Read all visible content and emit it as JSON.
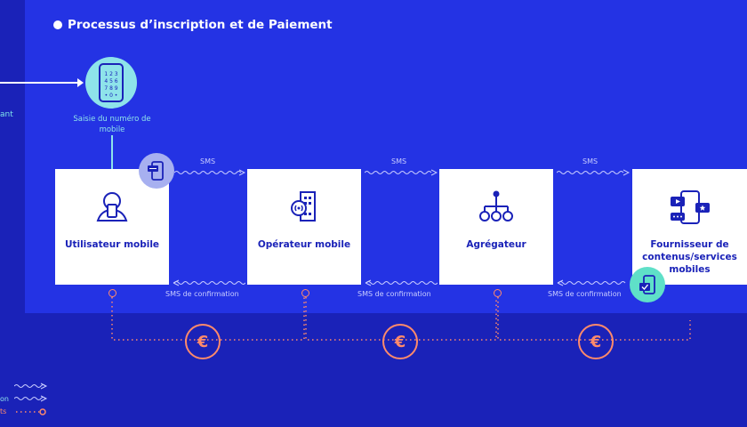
{
  "title": "Processus d’inscription et de Paiement",
  "left_partial_text": "ant",
  "phone": {
    "label": "Saisie du numéro de mobile",
    "keypad": [
      "1 2 3",
      "4 5 6",
      "7 8 9",
      "• 0 •"
    ]
  },
  "nodes": [
    {
      "id": "user",
      "label": "Utilisateur mobile"
    },
    {
      "id": "operator",
      "label": "Opérateur mobile"
    },
    {
      "id": "aggregator",
      "label": "Agrégateur"
    },
    {
      "id": "provider",
      "label": "Fournisseur de contenus/services mobiles"
    }
  ],
  "forward_flows": [
    "SMS",
    "SMS",
    "SMS"
  ],
  "backward_flows": [
    "SMS de confirmation",
    "SMS de confirmation",
    "SMS de confirmation"
  ],
  "payment_symbol": "€",
  "legend": [
    {
      "text": "on",
      "color": "#8ee3ea"
    },
    {
      "text": "ts",
      "color": "#ff8a6b"
    }
  ],
  "colors": {
    "background": "#1a22b8",
    "panel": "#2433e4",
    "accent_cyan": "#8ee3ea",
    "payment": "#ff8a6b"
  }
}
